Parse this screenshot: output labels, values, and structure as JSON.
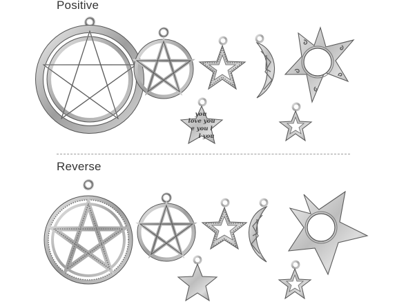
{
  "labels": {
    "positive": "Positive",
    "reverse": "Reverse"
  },
  "engraving": {
    "line1": "you",
    "line2": "love you",
    "line3": "e you l",
    "line4": "l you"
  },
  "colors": {
    "background": "#ffffff",
    "metal": "#c9c9c9",
    "metal_edge": "#5a5a5a",
    "text": "#333333",
    "divider": "#9a9a9a"
  }
}
